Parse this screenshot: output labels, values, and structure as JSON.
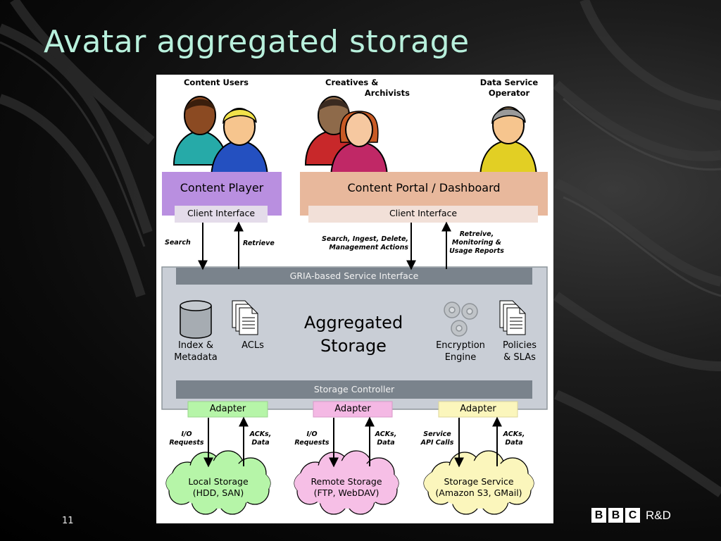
{
  "slide": {
    "title": "Avatar aggregated storage",
    "number": "11",
    "logo": {
      "letters": [
        "B",
        "B",
        "C"
      ],
      "suffix": "R&D"
    }
  },
  "roles": {
    "content_users": "Content Users",
    "creatives": [
      "Creatives &",
      "Archivists"
    ],
    "data_service": [
      "Data Service",
      "Operator"
    ]
  },
  "boxes": {
    "content_player": "Content Player",
    "content_portal": "Content Portal / Dashboard",
    "client_interface_left": "Client Interface",
    "client_interface_right": "Client Interface"
  },
  "arrows": {
    "search": "Search",
    "retrieve": "Retrieve",
    "portal_down": [
      "Search, Ingest, Delete,",
      "Management Actions"
    ],
    "portal_up": [
      "Retreive,",
      "Monitoring &",
      "Usage Reports"
    ],
    "io_left": [
      "I/O",
      "Requests"
    ],
    "acks_left": [
      "ACKs,",
      "Data"
    ],
    "io_mid": [
      "I/O",
      "Requests"
    ],
    "acks_mid": [
      "ACKs,",
      "Data"
    ],
    "service_calls": [
      "Service",
      "API Calls"
    ],
    "acks_right": [
      "ACKs,",
      "Data"
    ]
  },
  "storage": {
    "service_interface": "GRIA-based Service Interface",
    "title": [
      "Aggregated",
      "Storage"
    ],
    "index": [
      "Index &",
      "Metadata"
    ],
    "acls": "ACLs",
    "encryption": [
      "Encryption",
      "Engine"
    ],
    "policies": [
      "Policies",
      "& SLAs"
    ],
    "controller": "Storage Controller"
  },
  "adapters": [
    "Adapter",
    "Adapter",
    "Adapter"
  ],
  "clouds": {
    "local": [
      "Local Storage",
      "(HDD, SAN)"
    ],
    "remote": [
      "Remote Storage",
      "(FTP, WebDAV)"
    ],
    "service": [
      "Storage Service",
      "(Amazon S3, GMail)"
    ]
  },
  "colors": {
    "title": "#b8f0dc",
    "player_box": "#b98fe0",
    "portal_box": "#e8b89c",
    "storage_box": "#c9ced6",
    "bar": "#7a838c",
    "adapter_local": "#b6f5a8",
    "adapter_remote": "#f4b8e4",
    "adapter_service": "#fbf6bc",
    "cloud_local": "#b6f5a8",
    "cloud_remote": "#f6bfe6",
    "cloud_service": "#fbf6bc"
  }
}
